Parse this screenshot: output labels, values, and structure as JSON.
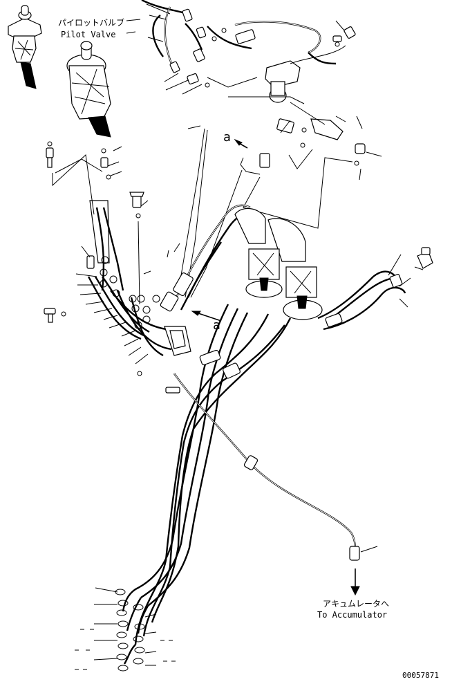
{
  "labels": {
    "pilot_valve_jp": "パイロットバルブ",
    "pilot_valve_en": "Pilot Valve",
    "accumulator_jp": "アキュムレータへ",
    "accumulator_en": "To Accumulator",
    "view_mark_a": "a",
    "view_mark_a2": "a",
    "drawing_number": "00057871"
  }
}
